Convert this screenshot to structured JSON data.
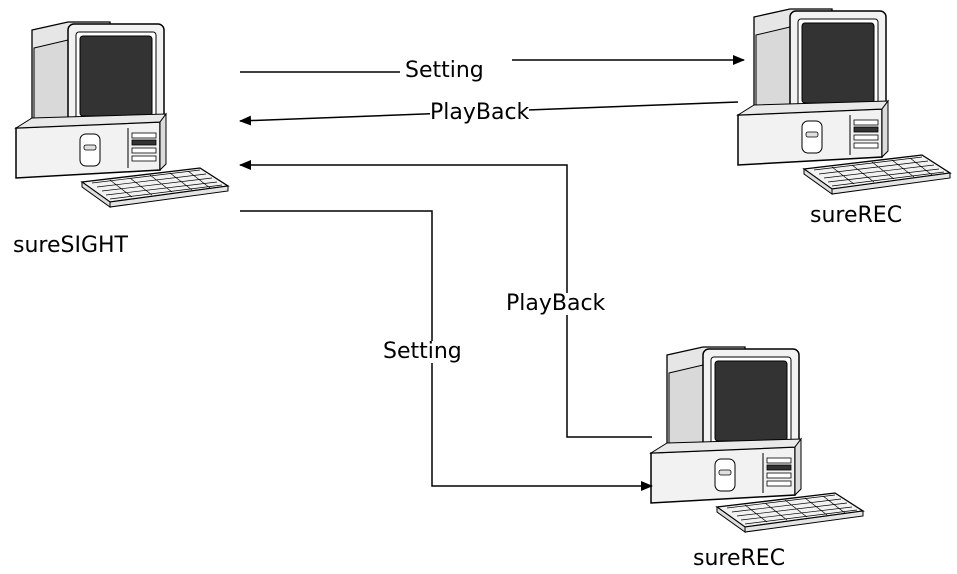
{
  "nodes": {
    "sureSIGHT": "sureSIGHT",
    "sureREC_top": "sureREC",
    "sureREC_bottom": "sureREC"
  },
  "edges": {
    "setting_top": "Setting",
    "playback_top": "PlayBack",
    "playback_bottom": "PlayBack",
    "setting_bottom": "Setting"
  },
  "colors": {
    "screen": "#333333",
    "case": "#f2f2f2",
    "outline": "#000000"
  }
}
